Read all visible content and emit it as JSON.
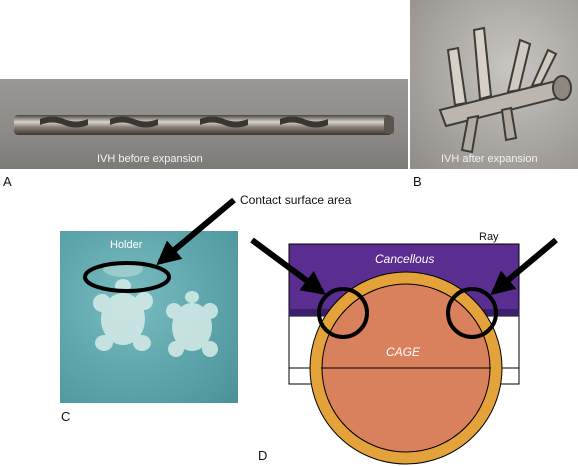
{
  "panels": {
    "a": {
      "letter": "A",
      "caption": "IVH before expansion"
    },
    "b": {
      "letter": "B",
      "caption": "IVH after expansion"
    },
    "c": {
      "letter": "C",
      "holder_label": "Holder"
    },
    "d": {
      "letter": "D",
      "ray_label": "Ray",
      "cancellous_label": "Cancellous",
      "cage_label": "CAGE"
    }
  },
  "annotation": {
    "contact_label": "Contact surface area"
  },
  "colors": {
    "cancellous": "#5a2d91",
    "cage_fill": "#d9805c",
    "cage_ring": "#e3a23a",
    "xray_bg": "#5fa7ad",
    "photo_bg": "#8f8d8a"
  }
}
